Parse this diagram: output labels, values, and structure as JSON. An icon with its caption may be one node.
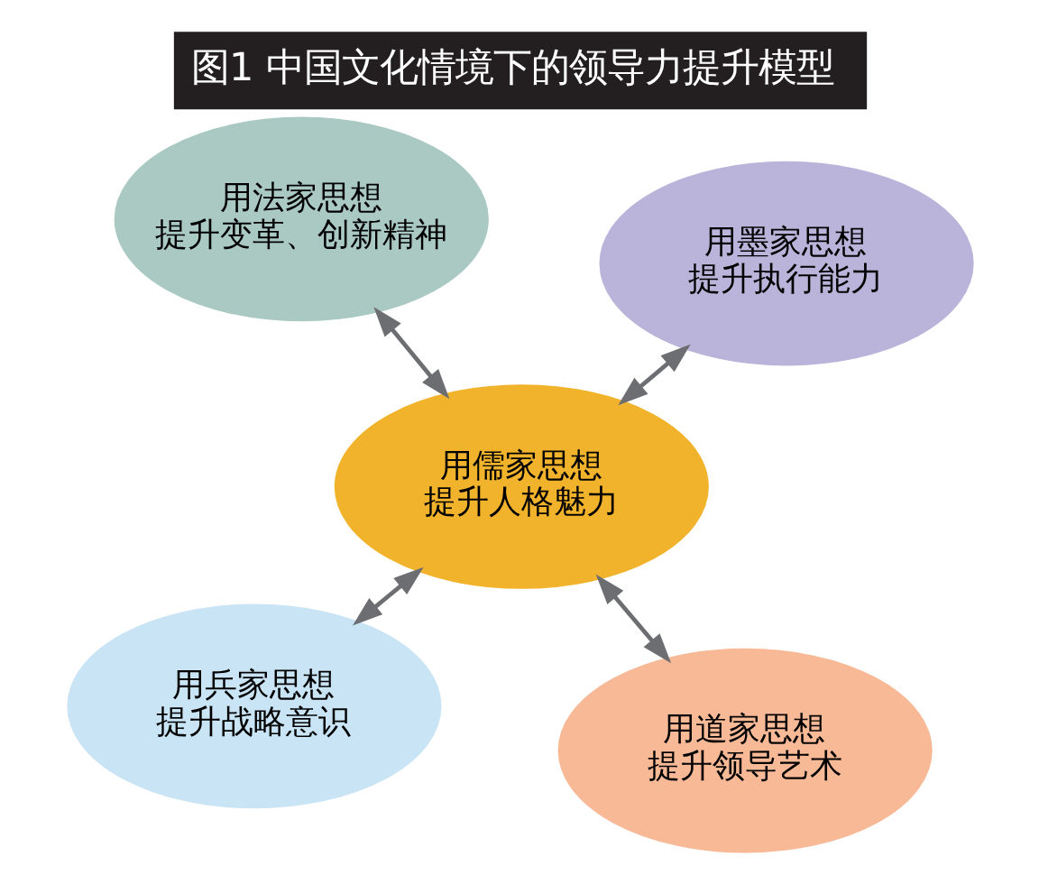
{
  "diagram": {
    "title": "图1 中国文化情境下的领导力提升模型",
    "nodes": [
      {
        "text": [
          "用兵家思想提升战略意识"
        ]
      },
      {
        "text": [
          "用道家思想提升领导艺术"
        ]
      },
      {
        "text": [
          "用儒家思想提升人格魅力"
        ]
      },
      {
        "text": [
          "用法家思想提升变革、创新精神"
        ]
      },
      {
        "text": [
          "用墨家思想提升执行能力"
        ]
      }
    ],
    "edges": [
      {
        "from": 0,
        "to": 2,
        "arrow": "both"
      },
      {
        "from": 1,
        "to": 2,
        "arrow": "both"
      },
      {
        "from": 3,
        "to": 2,
        "arrow": "both"
      },
      {
        "from": 4,
        "to": 2,
        "arrow": "both"
      }
    ]
  }
}
